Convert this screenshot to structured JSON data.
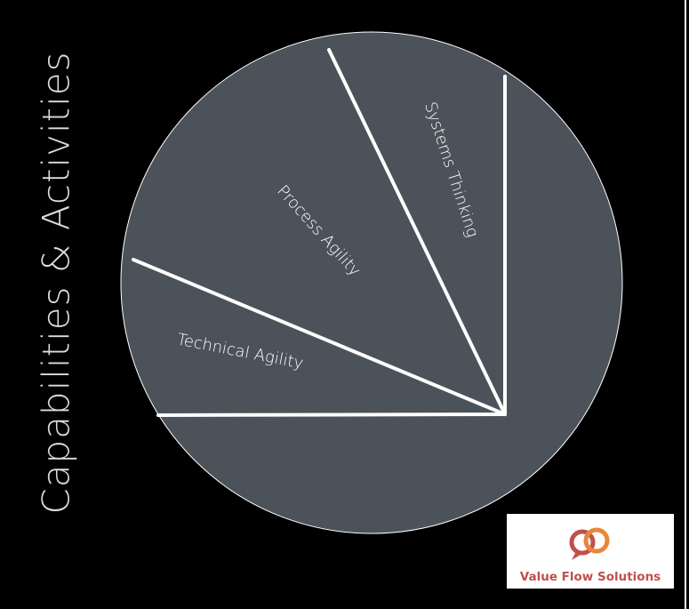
{
  "title": "Capabilities & Activities",
  "segments": [
    {
      "id": "systems-thinking",
      "label": "Systems Thinking"
    },
    {
      "id": "process-agility",
      "label": "Process Agility"
    },
    {
      "id": "technical-agility",
      "label": "Technical Agility"
    }
  ],
  "logo": {
    "text": "Value Flow Solutions"
  },
  "colors": {
    "background": "#000000",
    "circle_fill": "#4c525a",
    "lines": "#ffffff",
    "logo_text": "#c0504d",
    "logo_ring_orange": "#e8873a",
    "logo_ring_red": "#c0504d"
  }
}
